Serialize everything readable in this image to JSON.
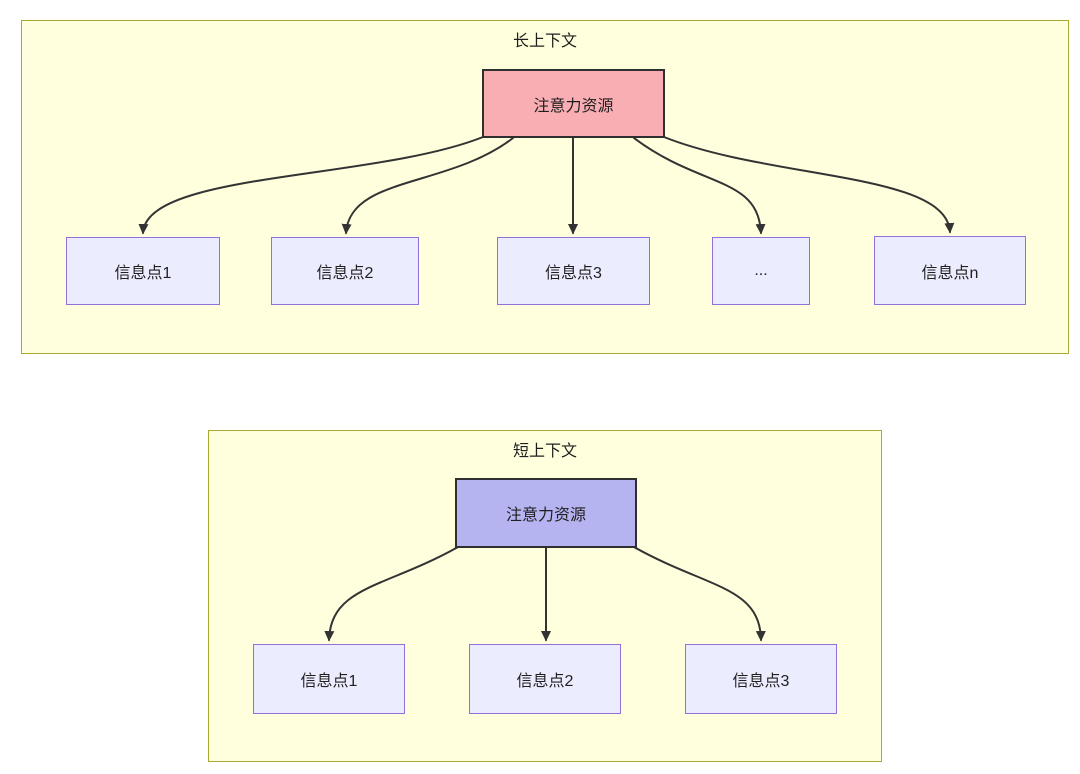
{
  "page": {
    "background": "#ffffff"
  },
  "diagram": {
    "type": "flowchart-comparison",
    "colors": {
      "container_fill": "#ffffde",
      "container_border": "#aaaa33",
      "attention_long_fill": "#f9aeb4",
      "attention_short_fill": "#b6b3f1",
      "attention_border": "#2f2f2f",
      "info_fill": "#ececff",
      "info_border": "#9370db",
      "edge_color": "#333333",
      "text_color": "#1f1f1f"
    },
    "long_context": {
      "title": "长上下文",
      "source_label": "注意力资源",
      "targets": [
        "信息点1",
        "信息点2",
        "信息点3",
        "...",
        "信息点n"
      ]
    },
    "short_context": {
      "title": "短上下文",
      "source_label": "注意力资源",
      "targets": [
        "信息点1",
        "信息点2",
        "信息点3"
      ]
    }
  }
}
